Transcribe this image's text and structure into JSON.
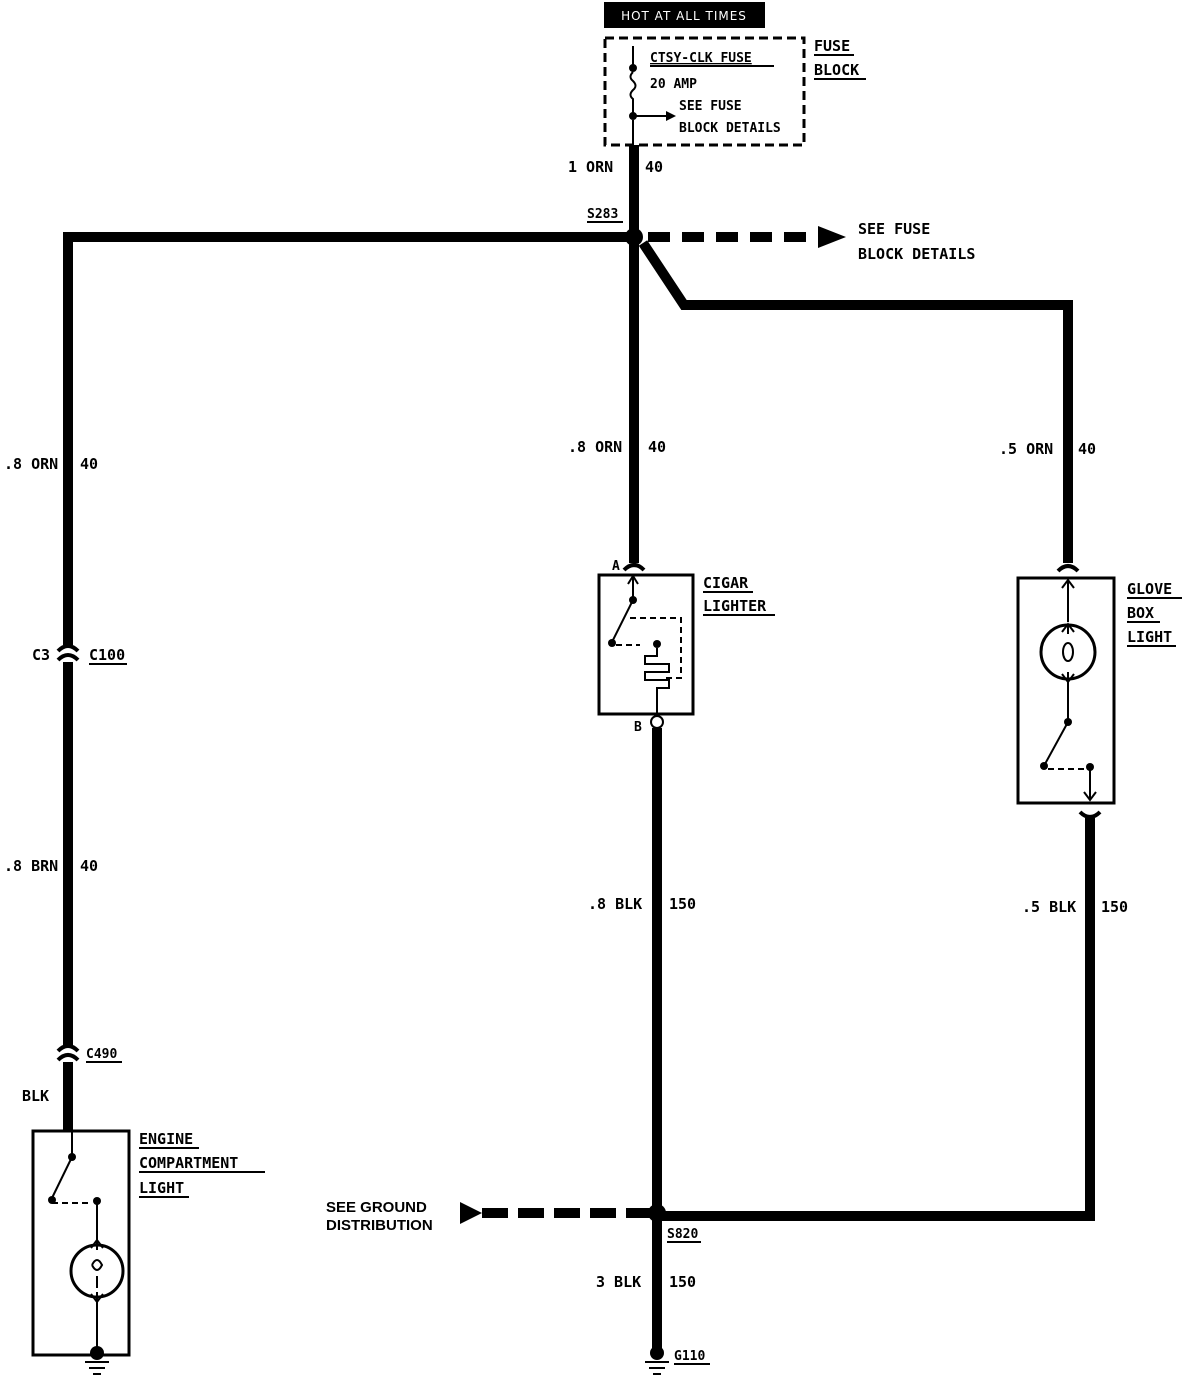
{
  "header": {
    "hot_label": "HOT AT ALL TIMES"
  },
  "fuse": {
    "name": "CTSY-CLK FUSE",
    "rating": "20 AMP",
    "see_line1": "SEE FUSE",
    "see_line2": "BLOCK DETAILS",
    "block_line1": "FUSE",
    "block_line2": "BLOCK"
  },
  "splice_top": {
    "id": "S283",
    "see_line1": "SEE FUSE",
    "see_line2": "BLOCK DETAILS"
  },
  "wires": {
    "top_size": "1 ORN",
    "top_circuit": "40",
    "left_upper_size": ".8 ORN",
    "left_upper_circuit": "40",
    "left_lower_size": ".8 BRN",
    "left_lower_circuit": "40",
    "engine_feed": "BLK",
    "mid_upper_size": ".8 ORN",
    "mid_upper_circuit": "40",
    "mid_lower_size": ".8 BLK",
    "mid_lower_circuit": "150",
    "right_upper_size": ".5 ORN",
    "right_upper_circuit": "40",
    "right_lower_size": ".5 BLK",
    "right_lower_circuit": "150",
    "ground_size": "3 BLK",
    "ground_circuit": "150"
  },
  "connectors": {
    "c3": "C3",
    "c100": "C100",
    "c490": "C490"
  },
  "cigar": {
    "line1": "CIGAR",
    "line2": "LIGHTER",
    "pin_a": "A",
    "pin_b": "B"
  },
  "glove": {
    "line1": "GLOVE",
    "line2": "BOX",
    "line3": "LIGHT"
  },
  "engine": {
    "line1": "ENGINE",
    "line2": "COMPARTMENT",
    "line3": "LIGHT"
  },
  "ground": {
    "see_line1": "SEE GROUND",
    "see_line2": "DISTRIBUTION",
    "splice": "S820",
    "ground_id": "G110"
  }
}
